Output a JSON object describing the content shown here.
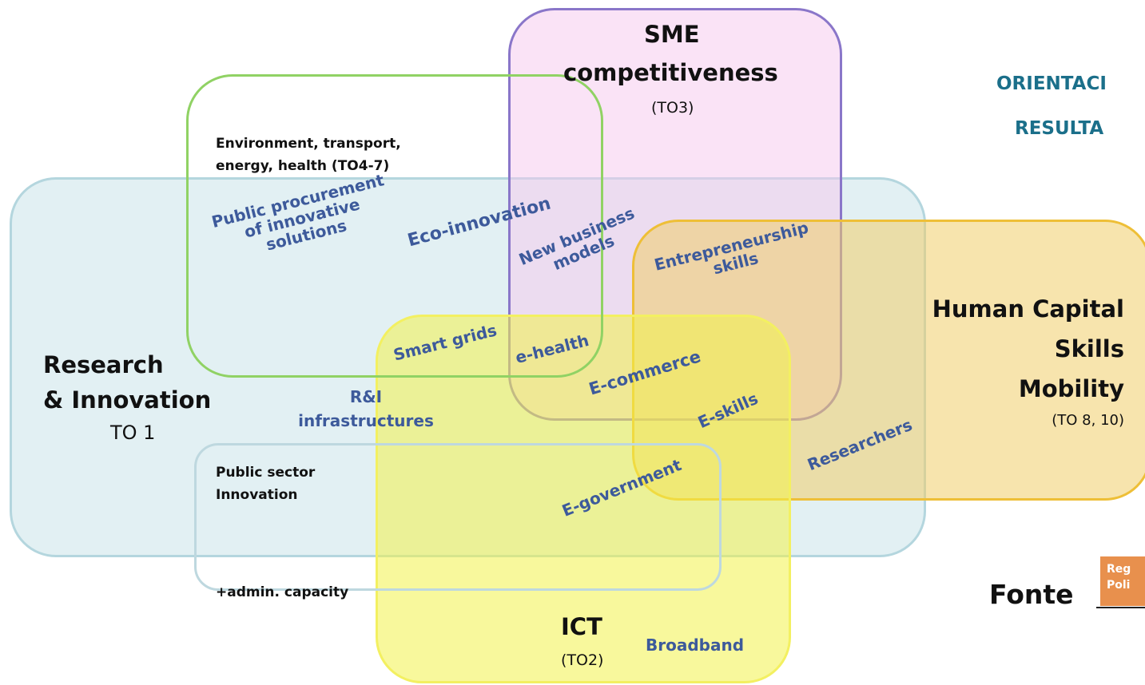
{
  "areas": {
    "research": {
      "title_line1": "Research",
      "title_line2": "& Innovation",
      "code": "TO 1"
    },
    "sme": {
      "title_line1": "SME",
      "title_line2": "competitiveness",
      "code": "(TO3)"
    },
    "human": {
      "line1": "Human Capital",
      "line2": "Skills",
      "line3": "Mobility",
      "code": "(TO 8, 10)"
    },
    "ict": {
      "title": "ICT",
      "code": "(TO2)"
    },
    "environment": {
      "line1": "Environment, transport,",
      "line2": "energy, health (TO4-7)"
    },
    "public_sector": {
      "line1": "Public sector",
      "line2": "Innovation",
      "footer": "+admin. capacity"
    }
  },
  "overlaps": {
    "public_procurement": {
      "line1": "Public procurement",
      "line2": "of innovative",
      "line3": "solutions"
    },
    "eco_innovation": "Eco-innovation",
    "new_business_models": {
      "line1": "New business",
      "line2": "models"
    },
    "entrepreneurship_skills": {
      "line1": "Entrepreneurship",
      "line2": "skills"
    },
    "smart_grids": "Smart grids",
    "e_health": "e-health",
    "e_commerce": "E-commerce",
    "e_skills": "E-skills",
    "ri_infrastructures": {
      "line1": "R&I",
      "line2": "infrastructures"
    },
    "researchers": "Researchers",
    "e_government": "E-government",
    "broadband": "Broadband"
  },
  "side": {
    "heading_line1": "ORIENTACI",
    "heading_line2": "RESULTA",
    "fonte": "Fonte",
    "logo_line1": "Reg",
    "logo_line2": "Poli"
  },
  "colors": {
    "research_fill": "#dbebf0",
    "research_border": "#b4d6de",
    "sme_fill": "#f6d9f0",
    "sme_border": "#8a76c9",
    "human_fill": "#f0d98a",
    "human_border": "#eebf37",
    "ict_fill": "#f5f57a",
    "ict_border": "#f3f061",
    "env_border": "#90d264",
    "public_border": "#bed8df",
    "label_blue": "#3d5a9b",
    "heading_teal": "#1b6f8a",
    "logo_orange": "#e8904d"
  }
}
